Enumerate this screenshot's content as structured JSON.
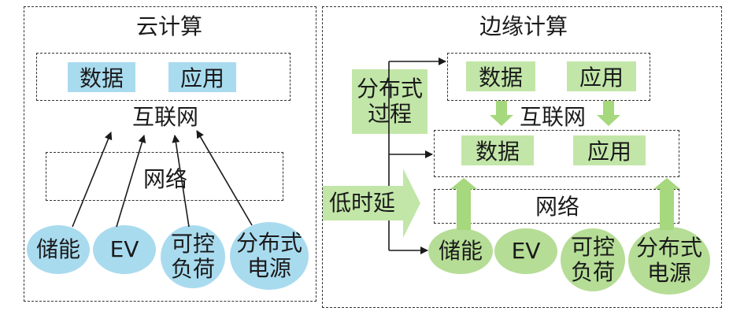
{
  "cloud": {
    "title": "云计算",
    "data_label": "数据",
    "app_label": "应用",
    "internet_label": "互联网",
    "network_label": "网络",
    "devices": {
      "storage": "储能",
      "ev": "EV",
      "load_line1": "可控",
      "load_line2": "负荷",
      "dg_line1": "分布式",
      "dg_line2": "电源"
    }
  },
  "edge": {
    "title": "边缘计算",
    "data_top": "数据",
    "app_top": "应用",
    "internet_label": "互联网",
    "data_mid": "数据",
    "app_mid": "应用",
    "network_label": "网络",
    "distributed_line1": "分布式",
    "distributed_line2": "过程",
    "low_latency": "低时延",
    "devices": {
      "storage": "储能",
      "ev": "EV",
      "load_line1": "可控",
      "load_line2": "负荷",
      "dg_line1": "分布式",
      "dg_line2": "电源"
    }
  },
  "colors": {
    "cloud_fill": "#a9dbef",
    "edge_fill": "#c2e6a8",
    "edge_arrow": "#a6d87e"
  }
}
